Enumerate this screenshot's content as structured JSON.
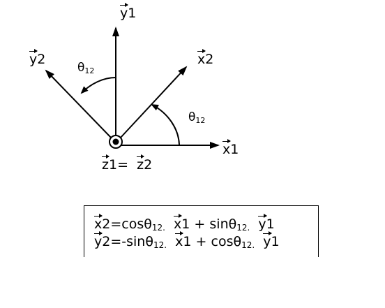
{
  "axes": {
    "y1": {
      "base": "y",
      "index": "1"
    },
    "y2": {
      "base": "y",
      "index": "2"
    },
    "x2": {
      "base": "x",
      "index": "2"
    },
    "x1": {
      "base": "x",
      "index": "1"
    }
  },
  "angles": {
    "theta_upper": {
      "symbol": "θ",
      "sub": "12"
    },
    "theta_lower": {
      "symbol": "θ",
      "sub": "12"
    }
  },
  "z_label": {
    "z1": "z",
    "z1_idx": "1",
    "eq": "= ",
    "z2": "z",
    "z2_idx": "2"
  },
  "equations": {
    "line1": {
      "lhs_v": "x",
      "lhs_i": "2",
      "eq": "=cos",
      "theta": "θ",
      "sub1": "12.",
      "v1": "x",
      "i1": "1",
      "plus": " + sin",
      "theta2": "θ",
      "sub2": "12.",
      "v2": "y",
      "i2": "1"
    },
    "line2": {
      "lhs_v": "y",
      "lhs_i": "2",
      "eq": "=-sin",
      "theta": "θ",
      "sub1": "12.",
      "v1": "x",
      "i1": "1",
      "plus": " + cos",
      "theta2": "θ",
      "sub2": "12.",
      "v2": "y",
      "i2": "1"
    }
  }
}
